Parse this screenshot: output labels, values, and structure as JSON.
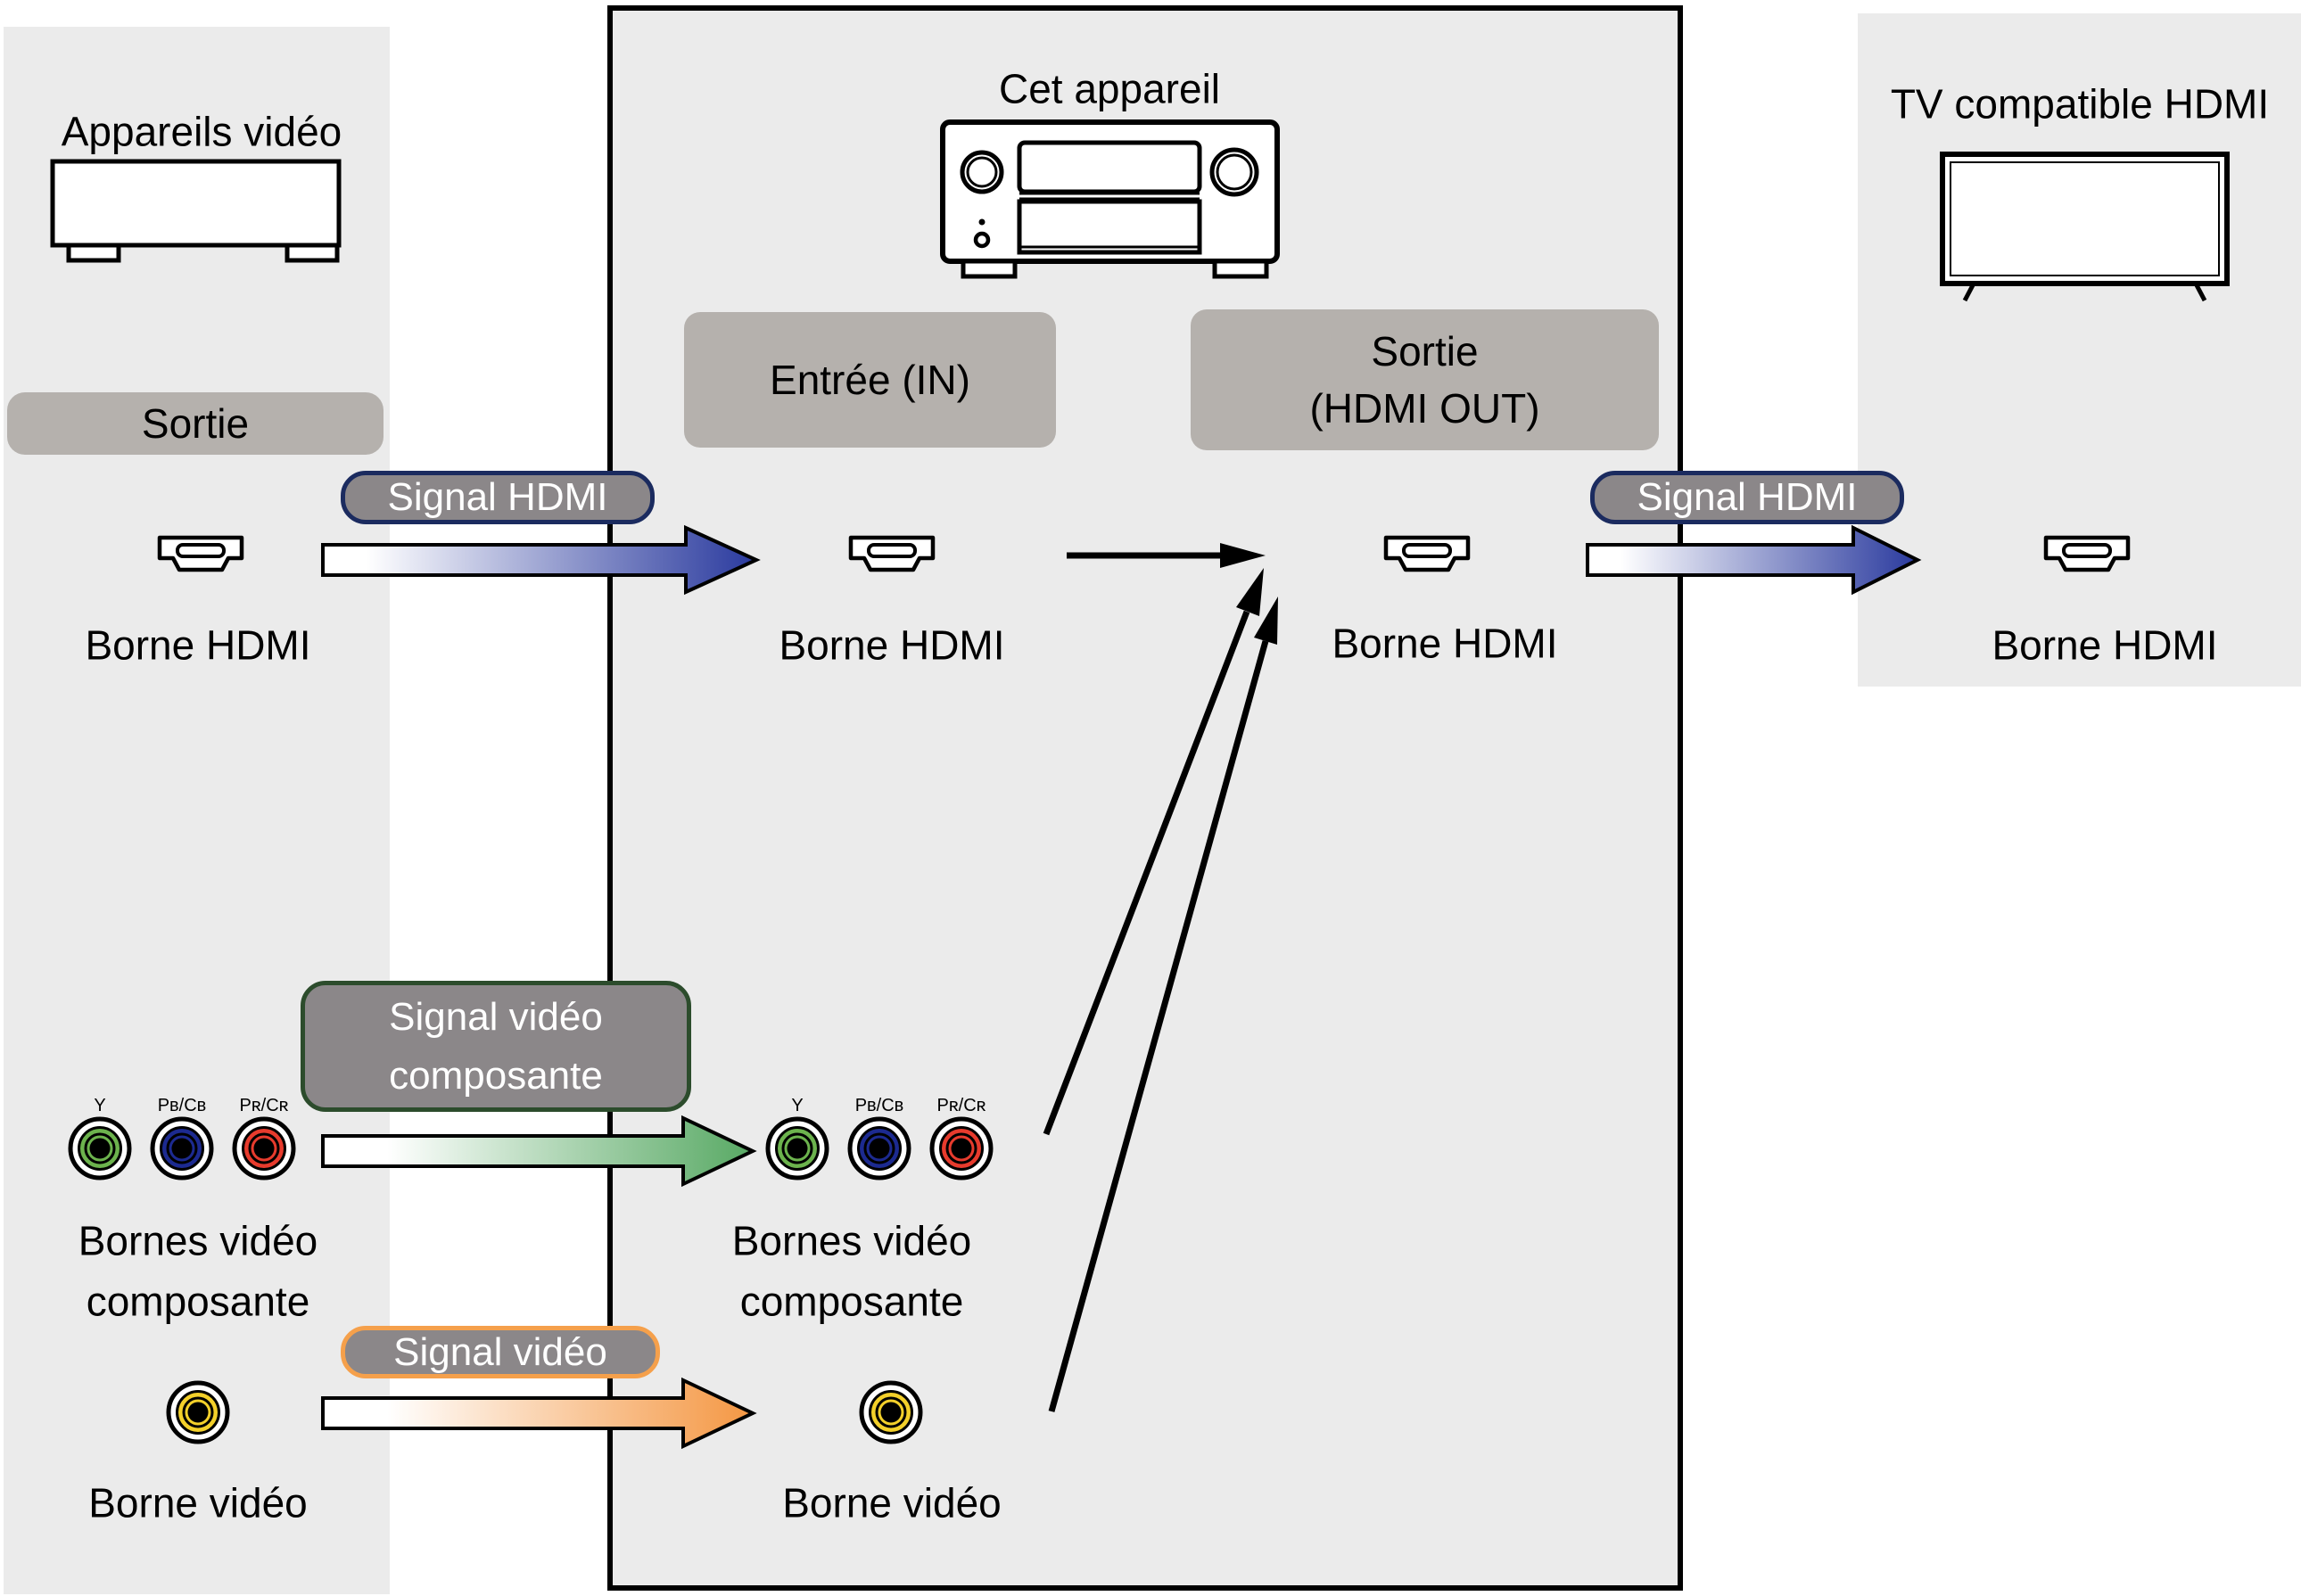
{
  "colors": {
    "panel": "#ebebeb",
    "graybox": "#b5b1ad",
    "badge": "#8b8789",
    "navy": "#1b2b5f",
    "dkgreen": "#2c4c2c",
    "orange": "#f5a04b",
    "bluearrow": "#2a3a9e",
    "greenarrow": "#58a964",
    "orangearrow": "#f49743",
    "jackgreen": "#6cb34d",
    "jackblue": "#1c2a90",
    "jackred": "#e73b2d",
    "jackyellow": "#f3d02a",
    "white": "#ffffff"
  },
  "left_panel": {
    "title": "Appareils vidéo",
    "output_label": "Sortie",
    "hdmi_terminal": "Borne HDMI",
    "component_labels": [
      "Y",
      "Pʙ/Cʙ",
      "Pʀ/Cʀ"
    ],
    "component_terminal_line1": "Bornes vidéo",
    "component_terminal_line2": "composante",
    "video_terminal": "Borne vidéo"
  },
  "center": {
    "title": "Cet appareil",
    "input_box": "Entrée (IN)",
    "output_box_line1": "Sortie",
    "output_box_line2": "(HDMI OUT)",
    "hdmi_terminal_in": "Borne HDMI",
    "hdmi_terminal_out": "Borne HDMI",
    "component_labels": [
      "Y",
      "Pʙ/Cʙ",
      "Pʀ/Cʀ"
    ],
    "component_terminal_line1": "Bornes vidéo",
    "component_terminal_line2": "composante",
    "video_terminal": "Borne vidéo"
  },
  "right_panel": {
    "title": "TV compatible HDMI",
    "hdmi_terminal": "Borne HDMI"
  },
  "badges": {
    "hdmi_signal_left": "Signal HDMI",
    "hdmi_signal_right": "Signal HDMI",
    "component_signal_line1": "Signal vidéo",
    "component_signal_line2": "composante",
    "composite_signal": "Signal vidéo"
  }
}
